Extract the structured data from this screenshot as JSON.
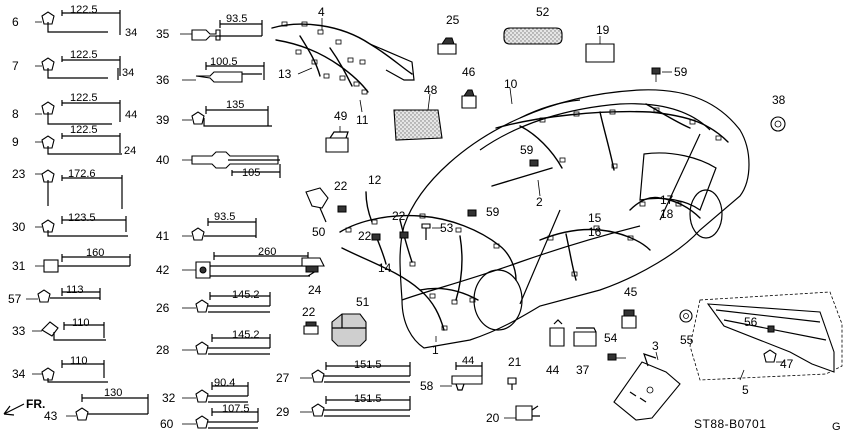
{
  "diagram": {
    "part_numbers": {
      "p1": "1",
      "p2": "2",
      "p3": "3",
      "p4": "4",
      "p5": "5",
      "p6": "6",
      "p7": "7",
      "p8": "8",
      "p9": "9",
      "p10": "10",
      "p11": "11",
      "p12": "12",
      "p13": "13",
      "p14": "14",
      "p15": "15",
      "p16": "16",
      "p17": "17",
      "p18": "18",
      "p19": "19",
      "p20": "20",
      "p21": "21",
      "p22": "22",
      "p23": "23",
      "p24": "24",
      "p25": "25",
      "p26": "26",
      "p27": "27",
      "p28": "28",
      "p29": "29",
      "p30": "30",
      "p31": "31",
      "p32": "32",
      "p33": "33",
      "p34": "34",
      "p35": "35",
      "p36": "36",
      "p37": "37",
      "p38": "38",
      "p39": "39",
      "p40": "40",
      "p41": "41",
      "p42": "42",
      "p43": "43",
      "p44": "44",
      "p45": "45",
      "p46": "46",
      "p47": "47",
      "p48": "48",
      "p49": "49",
      "p50": "50",
      "p51": "51",
      "p52": "52",
      "p53": "53",
      "p54": "54",
      "p55": "55",
      "p56": "56",
      "p57": "57",
      "p58": "58",
      "p59": "59",
      "p60": "60"
    },
    "dimensions": {
      "c6_len": "122.5",
      "c6_h": "34",
      "c7_len": "122.5",
      "c7_h": "34",
      "c8_len": "122.5",
      "c8_h": "44",
      "c9_len": "122.5",
      "c9_h": "24",
      "c23_len": "172.6",
      "c30_len": "123.5",
      "c31_len": "160",
      "c57_len": "113",
      "c33_len": "110",
      "c34_len": "110",
      "c43_len": "130",
      "c35_len": "93.5",
      "c36_len": "100.5",
      "c39_len": "135",
      "c40_len": "105",
      "c41_len": "93.5",
      "c42_len": "260",
      "c26_len": "145.2",
      "c28_len": "145.2",
      "c32_len": "90.4",
      "c60_len": "107.5",
      "c27_len": "151.5",
      "c29_len": "151.5",
      "c58_len": "44"
    },
    "direction_label": "FR.",
    "diagram_code": "ST88-B0701",
    "diagram_code_suffix": "G"
  }
}
